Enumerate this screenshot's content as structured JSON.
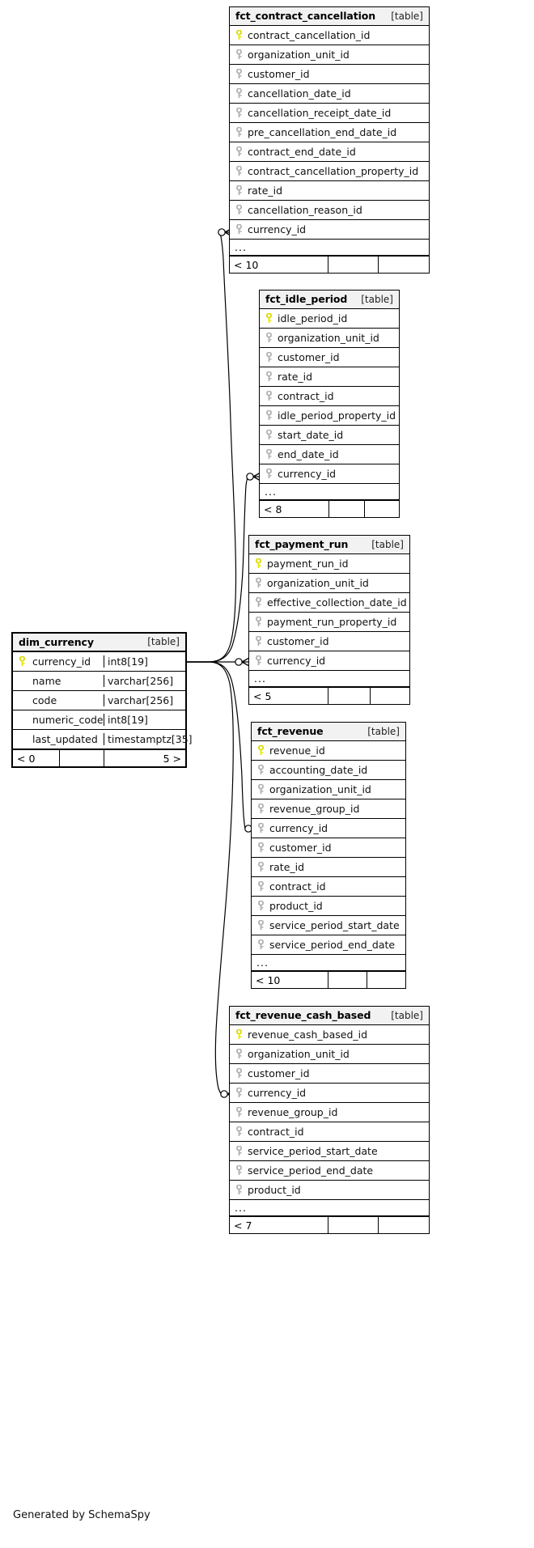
{
  "diagram": {
    "caption": "Generated by SchemaSpy",
    "type_label": "[table]",
    "ellipsis": "...",
    "key_color_primary": "#e8e800",
    "key_color_foreign": "#b0b0b0",
    "header_bg": "#f2f2f2",
    "border_color": "#000000",
    "background": "#ffffff"
  },
  "tables": [
    {
      "name": "fct_contract_cancellation",
      "type": "[table]",
      "style": "related",
      "columns": [
        {
          "name": "contract_cancellation_id",
          "key": "primary"
        },
        {
          "name": "organization_unit_id",
          "key": "foreign"
        },
        {
          "name": "customer_id",
          "key": "foreign"
        },
        {
          "name": "cancellation_date_id",
          "key": "foreign"
        },
        {
          "name": "cancellation_receipt_date_id",
          "key": "foreign"
        },
        {
          "name": "pre_cancellation_end_date_id",
          "key": "foreign"
        },
        {
          "name": "contract_end_date_id",
          "key": "foreign"
        },
        {
          "name": "contract_cancellation_property_id",
          "key": "foreign"
        },
        {
          "name": "rate_id",
          "key": "foreign"
        },
        {
          "name": "cancellation_reason_id",
          "key": "foreign"
        },
        {
          "name": "currency_id",
          "key": "foreign"
        }
      ],
      "has_ellipsis": true,
      "footer": {
        "left": "< 10",
        "middle": "",
        "right": ""
      }
    },
    {
      "name": "fct_idle_period",
      "type": "[table]",
      "style": "related",
      "columns": [
        {
          "name": "idle_period_id",
          "key": "primary"
        },
        {
          "name": "organization_unit_id",
          "key": "foreign"
        },
        {
          "name": "customer_id",
          "key": "foreign"
        },
        {
          "name": "rate_id",
          "key": "foreign"
        },
        {
          "name": "contract_id",
          "key": "foreign"
        },
        {
          "name": "idle_period_property_id",
          "key": "foreign"
        },
        {
          "name": "start_date_id",
          "key": "foreign"
        },
        {
          "name": "end_date_id",
          "key": "foreign"
        },
        {
          "name": "currency_id",
          "key": "foreign"
        }
      ],
      "has_ellipsis": true,
      "footer": {
        "left": "< 8",
        "middle": "",
        "right": ""
      }
    },
    {
      "name": "fct_payment_run",
      "type": "[table]",
      "style": "related",
      "columns": [
        {
          "name": "payment_run_id",
          "key": "primary"
        },
        {
          "name": "organization_unit_id",
          "key": "foreign"
        },
        {
          "name": "effective_collection_date_id",
          "key": "foreign"
        },
        {
          "name": "payment_run_property_id",
          "key": "foreign"
        },
        {
          "name": "customer_id",
          "key": "foreign"
        },
        {
          "name": "currency_id",
          "key": "foreign"
        }
      ],
      "has_ellipsis": true,
      "footer": {
        "left": "< 5",
        "middle": "",
        "right": ""
      }
    },
    {
      "name": "dim_currency",
      "type": "[table]",
      "style": "main",
      "columns": [
        {
          "name": "currency_id",
          "key": "primary",
          "datatype": "int8[19]"
        },
        {
          "name": "name",
          "key": "none",
          "datatype": "varchar[256]"
        },
        {
          "name": "code",
          "key": "none",
          "datatype": "varchar[256]"
        },
        {
          "name": "numeric_code",
          "key": "none",
          "datatype": "int8[19]"
        },
        {
          "name": "last_updated",
          "key": "none",
          "datatype": "timestamptz[35]"
        }
      ],
      "has_ellipsis": false,
      "footer": {
        "left": "< 0",
        "middle": "",
        "right": "5 >"
      }
    },
    {
      "name": "fct_revenue",
      "type": "[table]",
      "style": "related",
      "columns": [
        {
          "name": "revenue_id",
          "key": "primary"
        },
        {
          "name": "accounting_date_id",
          "key": "foreign"
        },
        {
          "name": "organization_unit_id",
          "key": "foreign"
        },
        {
          "name": "revenue_group_id",
          "key": "foreign"
        },
        {
          "name": "currency_id",
          "key": "foreign"
        },
        {
          "name": "customer_id",
          "key": "foreign"
        },
        {
          "name": "rate_id",
          "key": "foreign"
        },
        {
          "name": "contract_id",
          "key": "foreign"
        },
        {
          "name": "product_id",
          "key": "foreign"
        },
        {
          "name": "service_period_start_date",
          "key": "foreign"
        },
        {
          "name": "service_period_end_date",
          "key": "foreign"
        }
      ],
      "has_ellipsis": true,
      "footer": {
        "left": "< 10",
        "middle": "",
        "right": ""
      }
    },
    {
      "name": "fct_revenue_cash_based",
      "type": "[table]",
      "style": "related",
      "columns": [
        {
          "name": "revenue_cash_based_id",
          "key": "primary"
        },
        {
          "name": "organization_unit_id",
          "key": "foreign"
        },
        {
          "name": "customer_id",
          "key": "foreign"
        },
        {
          "name": "currency_id",
          "key": "foreign"
        },
        {
          "name": "revenue_group_id",
          "key": "foreign"
        },
        {
          "name": "contract_id",
          "key": "foreign"
        },
        {
          "name": "service_period_start_date",
          "key": "foreign"
        },
        {
          "name": "service_period_end_date",
          "key": "foreign"
        },
        {
          "name": "product_id",
          "key": "foreign"
        }
      ],
      "has_ellipsis": true,
      "footer": {
        "left": "< 7",
        "middle": "",
        "right": ""
      }
    }
  ],
  "relationships": [
    {
      "from": "dim_currency.currency_id",
      "to": "fct_contract_cancellation.currency_id"
    },
    {
      "from": "dim_currency.currency_id",
      "to": "fct_idle_period.currency_id"
    },
    {
      "from": "dim_currency.currency_id",
      "to": "fct_payment_run.currency_id"
    },
    {
      "from": "dim_currency.currency_id",
      "to": "fct_revenue.currency_id"
    },
    {
      "from": "dim_currency.currency_id",
      "to": "fct_revenue_cash_based.currency_id"
    }
  ]
}
